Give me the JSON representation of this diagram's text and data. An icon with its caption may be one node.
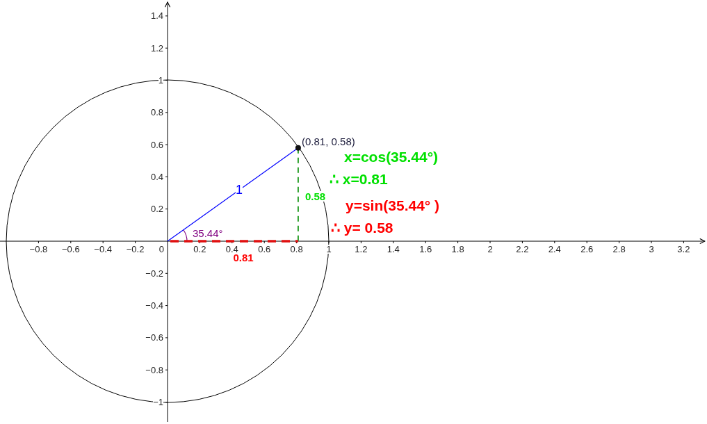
{
  "diagram": {
    "labels": [
      "1.4",
      "1.2",
      "1",
      "0.8",
      "(0.81, 0.58)",
      "0.6",
      "x=cos(35.44°)",
      "0.4",
      "1",
      "∴ x=0.81",
      "0.58",
      "0.2",
      "y=sin(35.44° )",
      "∴ y= 0.58",
      "35.44°",
      "−0.8",
      "−0.6",
      "−0.4",
      "−0.2",
      "0",
      "0.2",
      "0.4",
      "0.6",
      "0.8",
      "1",
      "1.2",
      "1.4",
      "1.6",
      "1.8",
      "2",
      "2.2",
      "2.4",
      "2.6",
      "2.8",
      "3",
      "3.2",
      "0.81",
      "−0.2",
      "−0.4",
      "−0.6",
      "−0.8",
      "−1"
    ]
  }
}
